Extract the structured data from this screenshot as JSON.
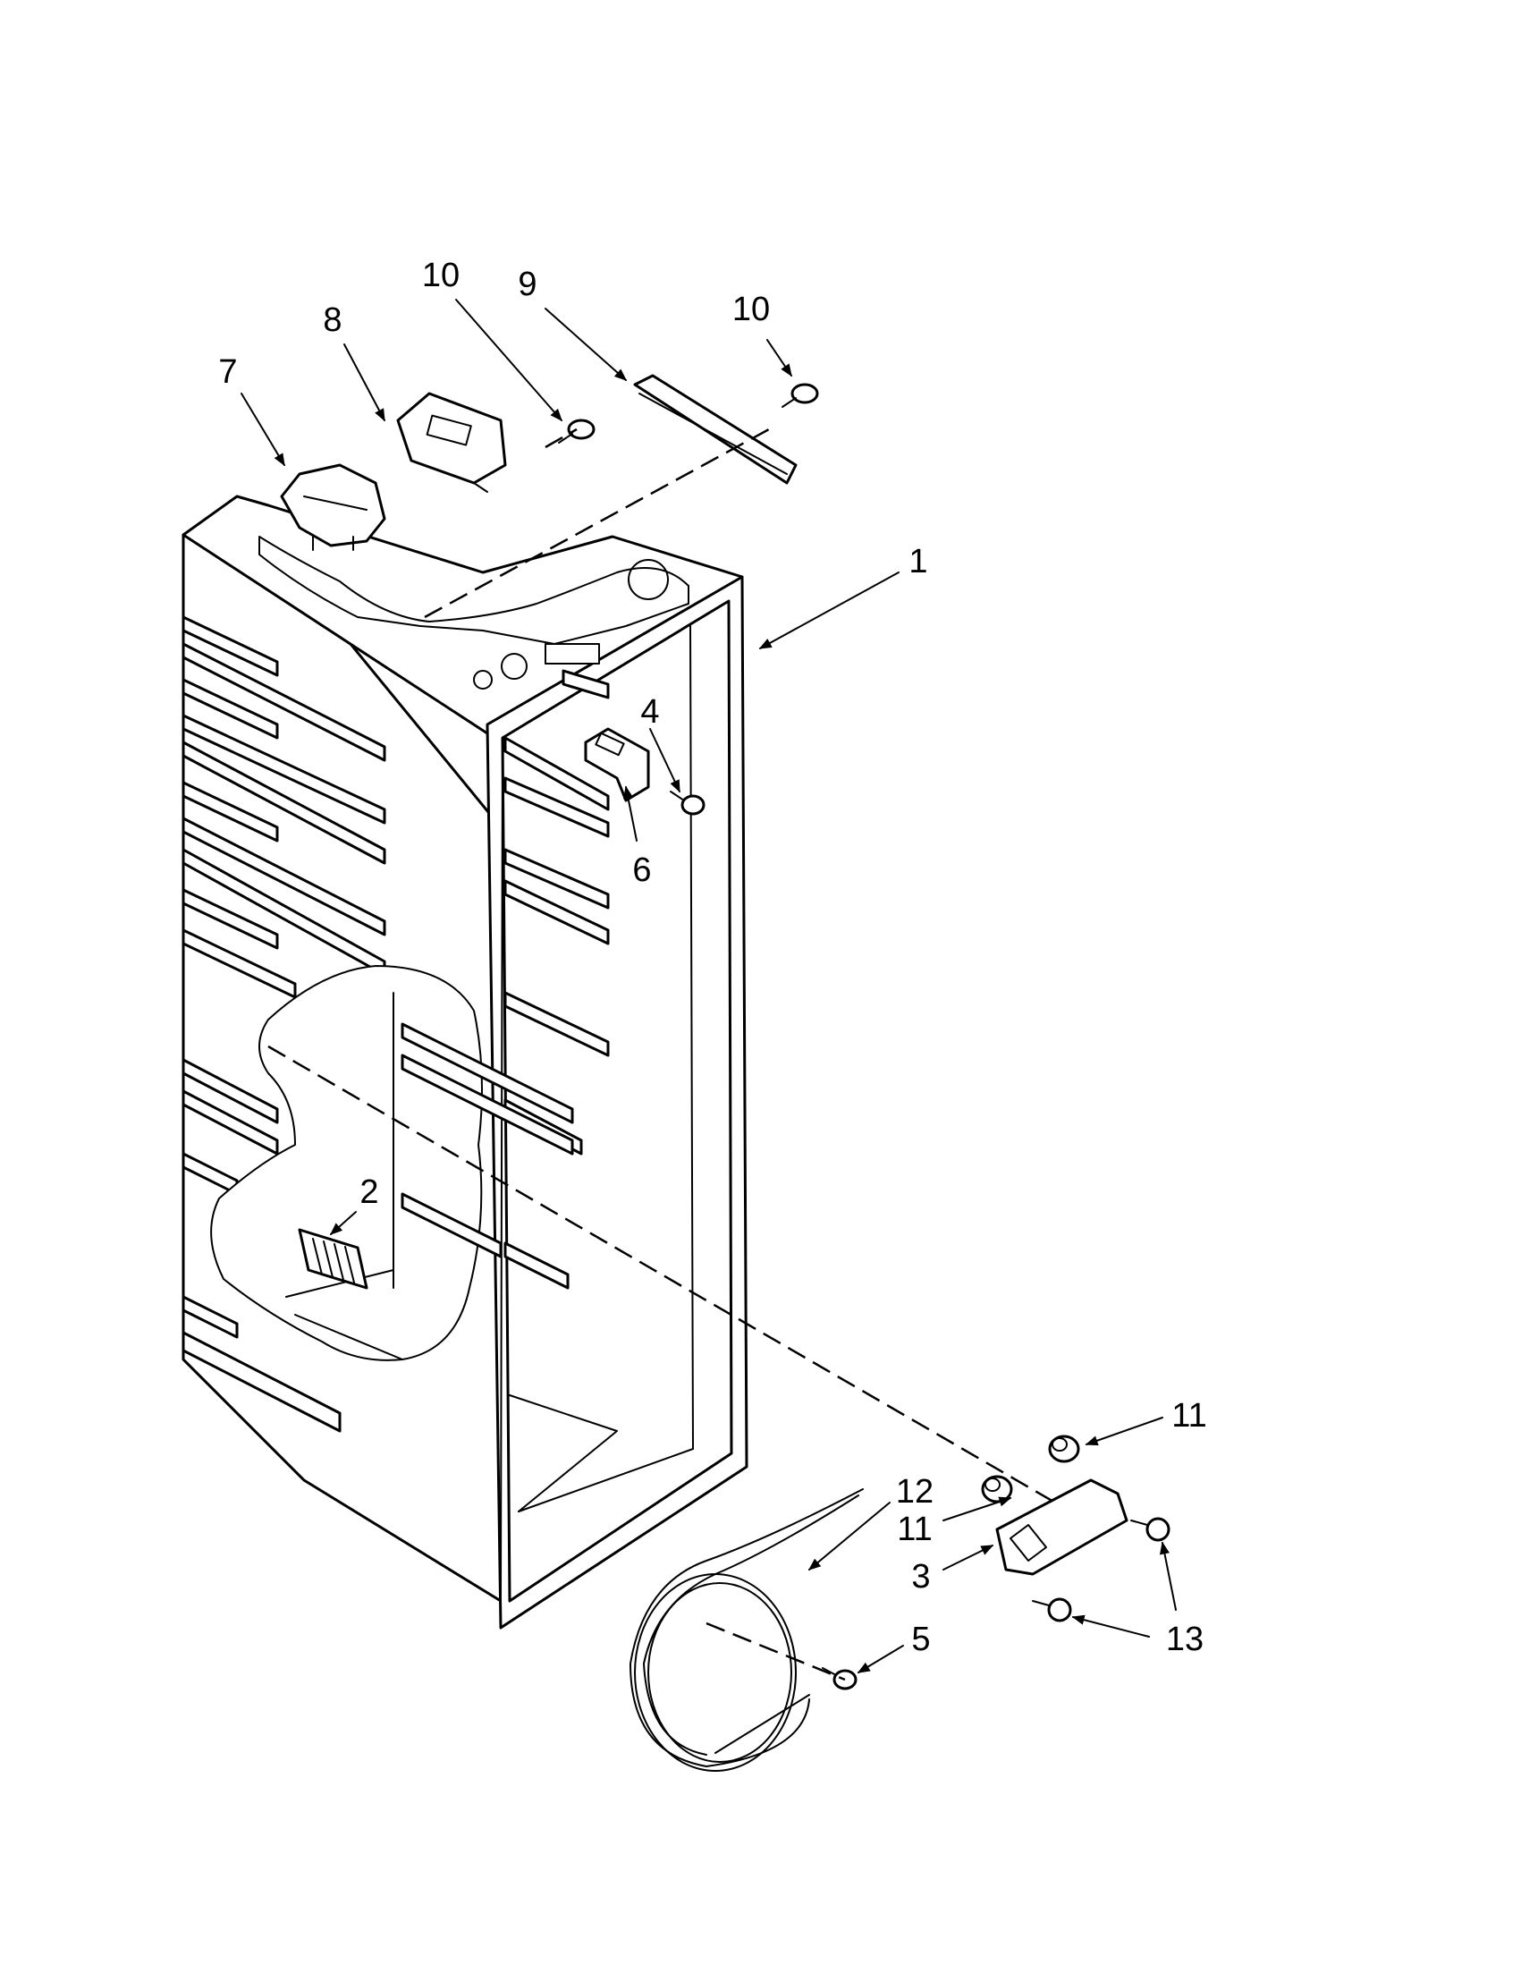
{
  "diagram": {
    "callouts": [
      {
        "id": "c10a",
        "label": "10"
      },
      {
        "id": "c9",
        "label": "9"
      },
      {
        "id": "c10b",
        "label": "10"
      },
      {
        "id": "c8",
        "label": "8"
      },
      {
        "id": "c7",
        "label": "7"
      },
      {
        "id": "c1",
        "label": "1"
      },
      {
        "id": "c4",
        "label": "4"
      },
      {
        "id": "c6",
        "label": "6"
      },
      {
        "id": "c2",
        "label": "2"
      },
      {
        "id": "c11a",
        "label": "11"
      },
      {
        "id": "c12",
        "label": "12"
      },
      {
        "id": "c11b",
        "label": "11"
      },
      {
        "id": "c3",
        "label": "3"
      },
      {
        "id": "c5",
        "label": "5"
      },
      {
        "id": "c13",
        "label": "13"
      }
    ]
  }
}
